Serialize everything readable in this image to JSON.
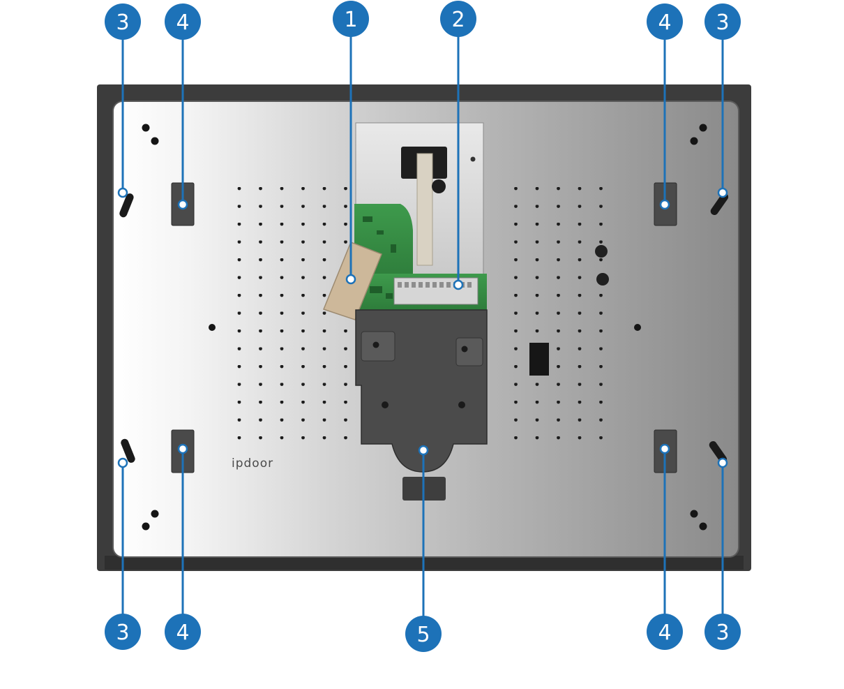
{
  "brand_logo": "ipdoor",
  "callout_color": "#1d72b8",
  "callouts": [
    {
      "id": "top-left-3",
      "label": "3"
    },
    {
      "id": "top-left-4",
      "label": "4"
    },
    {
      "id": "top-1",
      "label": "1"
    },
    {
      "id": "top-2",
      "label": "2"
    },
    {
      "id": "top-right-4",
      "label": "4"
    },
    {
      "id": "top-right-3",
      "label": "3"
    },
    {
      "id": "bottom-left-3",
      "label": "3"
    },
    {
      "id": "bottom-left-4",
      "label": "4"
    },
    {
      "id": "bottom-5",
      "label": "5"
    },
    {
      "id": "bottom-right-4",
      "label": "4"
    },
    {
      "id": "bottom-right-3",
      "label": "3"
    }
  ]
}
